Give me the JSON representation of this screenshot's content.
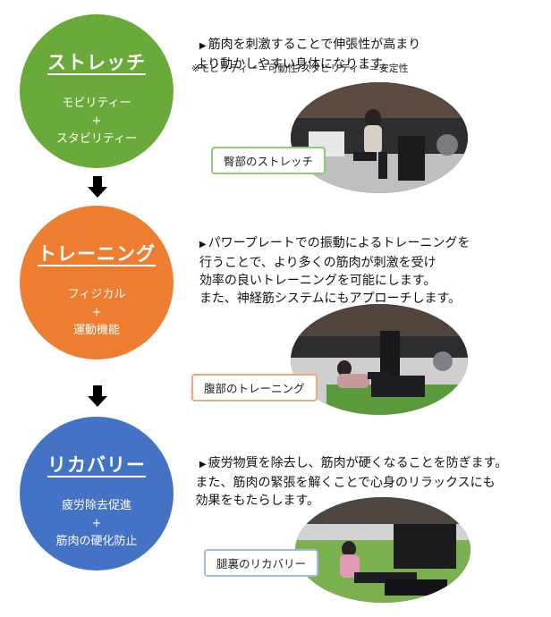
{
  "sections": [
    {
      "title": "ストレッチ",
      "sub1": "モビリティー",
      "plus": "+",
      "sub2": "スタビリティー",
      "color": "#6aaa3a",
      "desc": "筋肉を刺激することで伸張性が高まり\n より動かしやすい身体になります。",
      "note": "※モビリティー＝可動性/スタビリティー＝安定性",
      "photo_label": "臀部のストレッチ",
      "label_border": "#8ec97a"
    },
    {
      "title": "トレーニング",
      "sub1": "フィジカル",
      "plus": "+",
      "sub2": "運動機能",
      "color": "#ed7d31",
      "desc": "パワープレートでの振動によるトレーニングを\n  行うことで、より多くの筋肉が刺激を受け\n  効率の良いトレーニングを可能にします。\n  また、神経筋システムにもアプローチします。",
      "photo_label": "腹部のトレーニング",
      "label_border": "#f0a878"
    },
    {
      "title": "リカバリー",
      "sub1": "疲労除去促進",
      "plus": "+",
      "sub2": "筋肉の硬化防止",
      "color": "#4472c4",
      "desc": "疲労物質を除去し、筋肉が硬くなることを防ぎます。\n また、筋肉の緊張を解くことで心身のリラックスにも\n 効果をもたらします。",
      "photo_label": "腿裏のリカバリー",
      "label_border": "#9dbbe0"
    }
  ],
  "arrow_icon": "down-arrow-icon"
}
